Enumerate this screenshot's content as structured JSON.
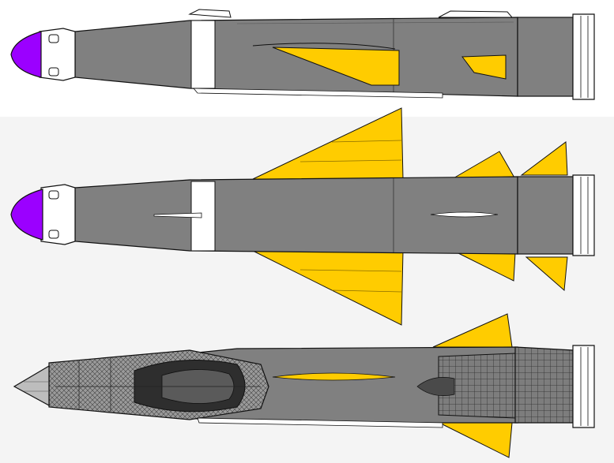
{
  "colors": {
    "background_top": "#ffffff",
    "background_lower": "#f4f4f4",
    "body_gray": "#808080",
    "fin_yellow": "#ffcc00",
    "nose_purple": "#9b00ff",
    "outline": "#111111",
    "white_band": "#ffffff",
    "cutaway_dark": "#3a3a3a",
    "cutaway_light": "#bdbdbd"
  },
  "views": [
    {
      "id": "side-view",
      "fins": "folded",
      "nose": "purple"
    },
    {
      "id": "top-view",
      "fins": "deployed",
      "nose": "purple"
    },
    {
      "id": "cutaway-view",
      "fins": "partial",
      "nose": "pointed"
    }
  ]
}
